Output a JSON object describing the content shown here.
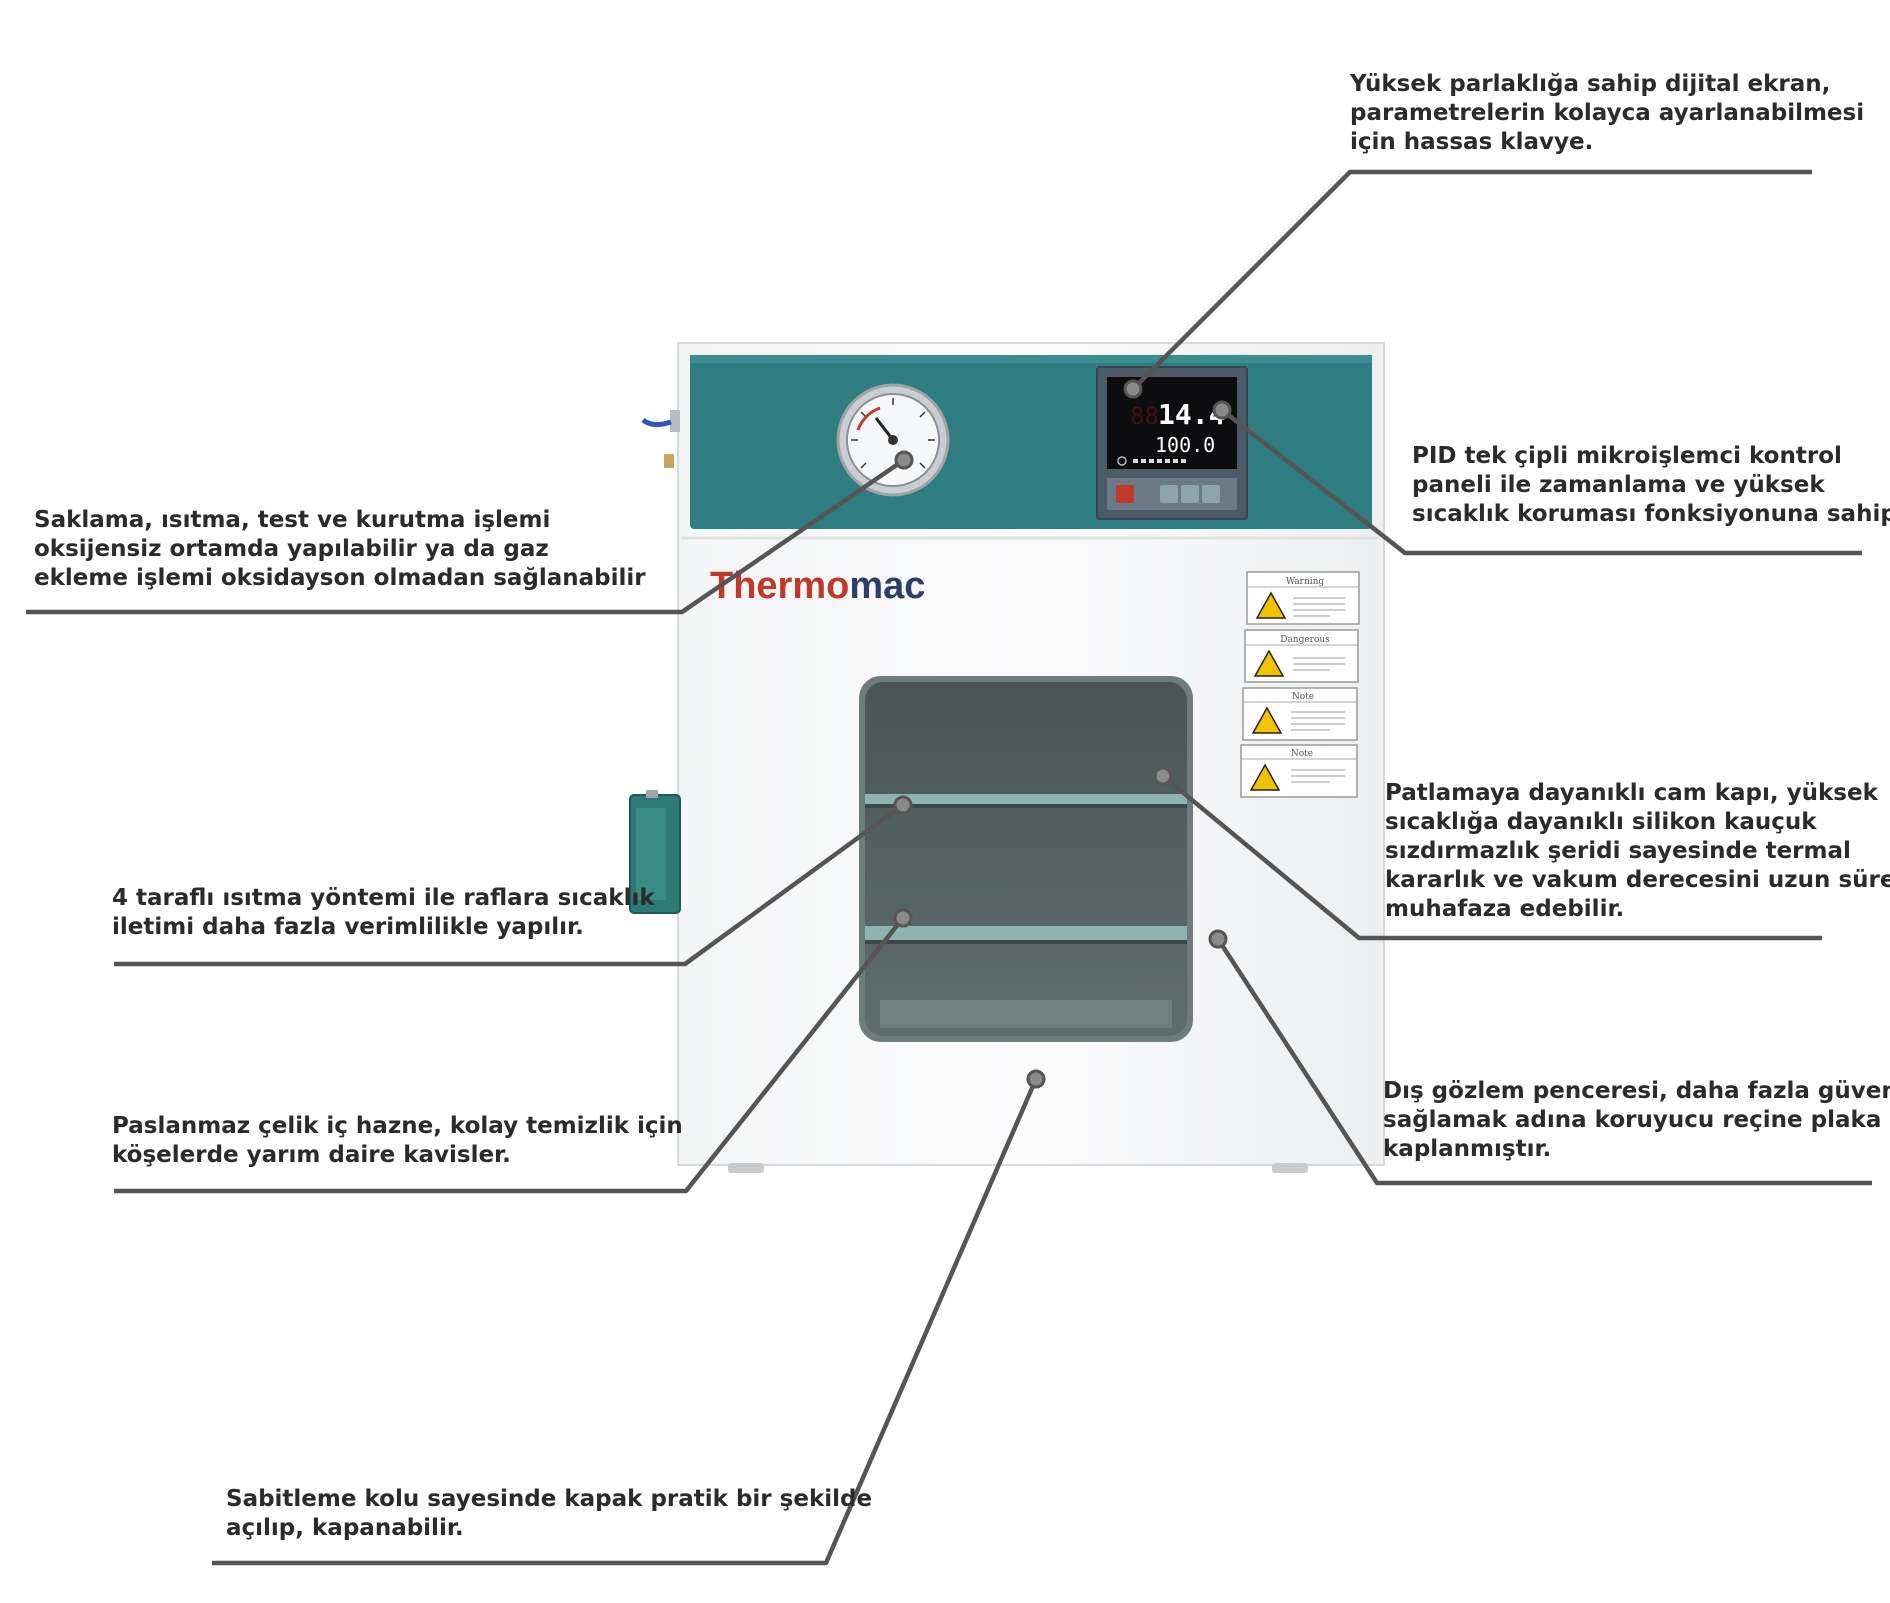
{
  "brand": {
    "part1": "Thermo",
    "part2": "mac",
    "color1": "#c0392b",
    "color2": "#2c3e6b"
  },
  "display": {
    "top_reading": "14.4",
    "bottom_reading": "100.0"
  },
  "warning_labels": [
    "Warning",
    "Dangerous",
    "Note",
    "Note"
  ],
  "colors": {
    "panel_teal": "#2e7d80",
    "leader_line": "#555555",
    "marker": "#888888"
  },
  "callouts": {
    "display_screen": [
      "Yüksek parlaklığa sahip dijital ekran,",
      "parametrelerin kolayca ayarlanabilmesi",
      "için hassas klavye."
    ],
    "pid_panel": [
      "PID tek çipli mikroişlemci kontrol",
      "paneli ile zamanlama ve yüksek",
      "sıcaklık koruması fonksiyonuna sahiptir."
    ],
    "vacuum_gauge": [
      "Saklama, ısıtma, test ve kurutma işlemi",
      "oksijensiz ortamda yapılabilir ya da gaz",
      "ekleme işlemi oksidayson olmadan sağlanabilir"
    ],
    "glass_door": [
      "Patlamaya dayanıklı cam kapı, yüksek",
      "sıcaklığa dayanıklı silikon kauçuk",
      "sızdırmazlık şeridi sayesinde termal",
      "kararlık ve vakum derecesini uzun süre",
      "muhafaza edebilir."
    ],
    "heating_method": [
      "4 taraflı ısıtma yöntemi ile raflara sıcaklık",
      "iletimi daha fazla verimlilikle yapılır."
    ],
    "inner_chamber": [
      "Paslanmaz çelik iç hazne, kolay temizlik için",
      "köşelerde yarım daire kavisler."
    ],
    "observation_window": [
      "Dış gözlem penceresi, daha fazla güvenlik",
      "sağlamak adına koruyucu reçine plaka ile",
      "kaplanmıştır."
    ],
    "fixing_handle": [
      "Sabitleme kolu sayesinde kapak pratik bir şekilde",
      "açılıp, kapanabilir."
    ]
  }
}
